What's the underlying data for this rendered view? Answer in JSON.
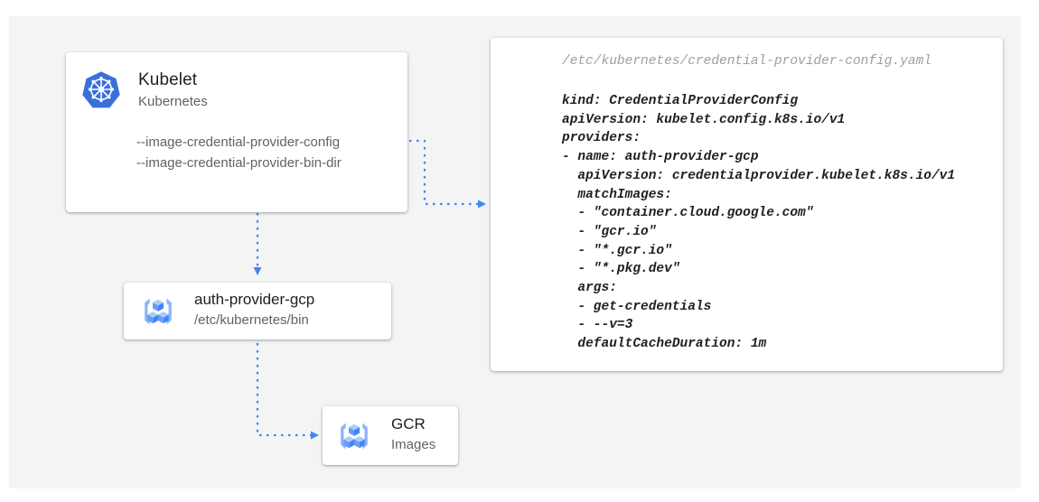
{
  "canvas": {
    "background_color": "#f4f4f4",
    "page_background_color": "#ffffff"
  },
  "accent_color": "#4285f4",
  "kubelet_card": {
    "icon": "kubernetes-helm-icon",
    "title": "Kubelet",
    "subtitle": "Kubernetes",
    "flags": [
      "--image-credential-provider-config",
      "--image-credential-provider-bin-dir"
    ]
  },
  "auth_provider_card": {
    "icon": "container-registry-icon",
    "title": "auth-provider-gcp",
    "subtitle": "/etc/kubernetes/bin"
  },
  "gcr_card": {
    "icon": "container-registry-icon",
    "title": "GCR",
    "subtitle": "Images"
  },
  "yaml_panel": {
    "path": "/etc/kubernetes/credential-provider-config.yaml",
    "lines": [
      "kind: CredentialProviderConfig",
      "apiVersion: kubelet.config.k8s.io/v1",
      "providers:",
      "- name: auth-provider-gcp",
      "  apiVersion: credentialprovider.kubelet.k8s.io/v1",
      "  matchImages:",
      "  - \"container.cloud.google.com\"",
      "  - \"gcr.io\"",
      "  - \"*.gcr.io\"",
      "  - \"*.pkg.dev\"",
      "  args:",
      "  - get-credentials",
      "  - --v=3",
      "  defaultCacheDuration: 1m"
    ]
  },
  "connectors": [
    {
      "name": "kubelet-config-flag-to-yaml-panel",
      "style": "dotted",
      "arrow": "right"
    },
    {
      "name": "kubelet-to-auth-provider",
      "style": "dotted",
      "arrow": "down"
    },
    {
      "name": "auth-provider-to-gcr",
      "style": "dotted",
      "arrow": "right"
    }
  ]
}
